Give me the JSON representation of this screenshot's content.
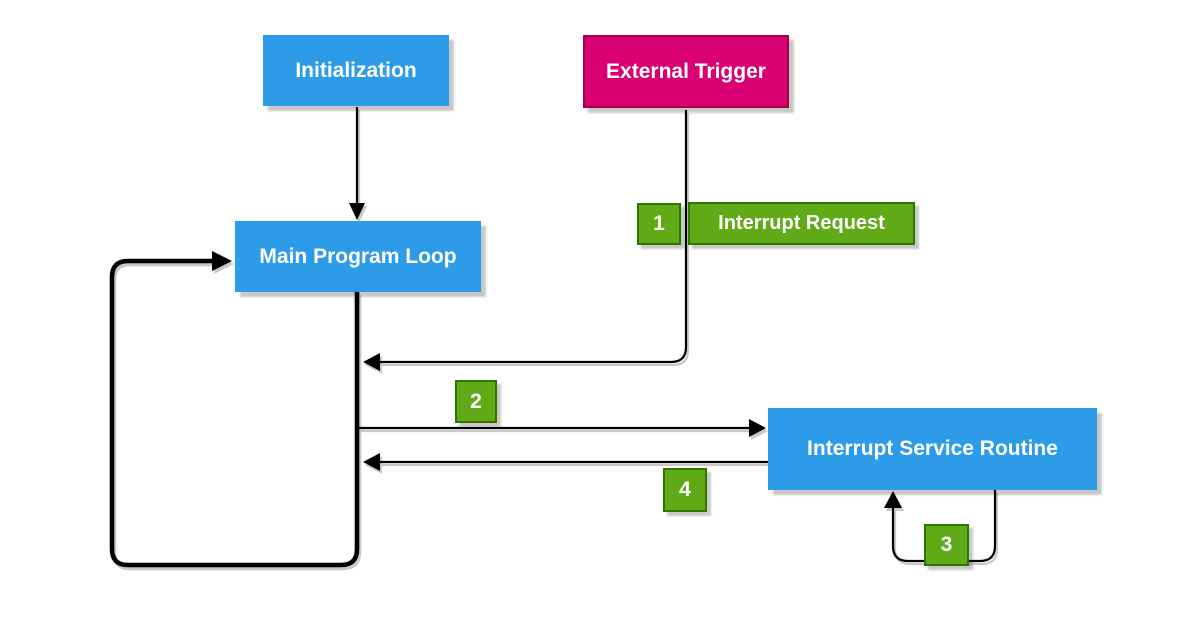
{
  "palette": {
    "blue": "#2E9BE8",
    "pink": "#D80073",
    "pink_border": "#A50040",
    "green": "#60A917",
    "green_border": "#2D7600",
    "line": "#000000",
    "shadow": "#c8c8c8",
    "text": "#ffffff"
  },
  "nodes": {
    "initialization": {
      "label": "Initialization",
      "color": "#2E9BE8"
    },
    "external_trigger": {
      "label": "External Trigger",
      "color": "#D80073"
    },
    "main_program_loop": {
      "label": "Main Program Loop",
      "color": "#2E9BE8"
    },
    "interrupt_service_routine": {
      "label": "Interrupt Service Routine",
      "color": "#2E9BE8"
    }
  },
  "steps": {
    "s1": "1",
    "s2": "2",
    "s3": "3",
    "s4": "4"
  },
  "edge_labels": {
    "interrupt_request": "Interrupt Request"
  },
  "edges": [
    {
      "from": "initialization",
      "to": "main_program_loop"
    },
    {
      "from": "main_program_loop",
      "to": "main_program_loop",
      "note": "main loop cycle"
    },
    {
      "from": "external_trigger",
      "to": "main_program_loop",
      "step": "1",
      "label": "Interrupt Request"
    },
    {
      "from": "main_program_loop",
      "to": "interrupt_service_routine",
      "step": "2"
    },
    {
      "from": "interrupt_service_routine",
      "to": "interrupt_service_routine",
      "step": "3"
    },
    {
      "from": "interrupt_service_routine",
      "to": "main_program_loop",
      "step": "4"
    }
  ]
}
